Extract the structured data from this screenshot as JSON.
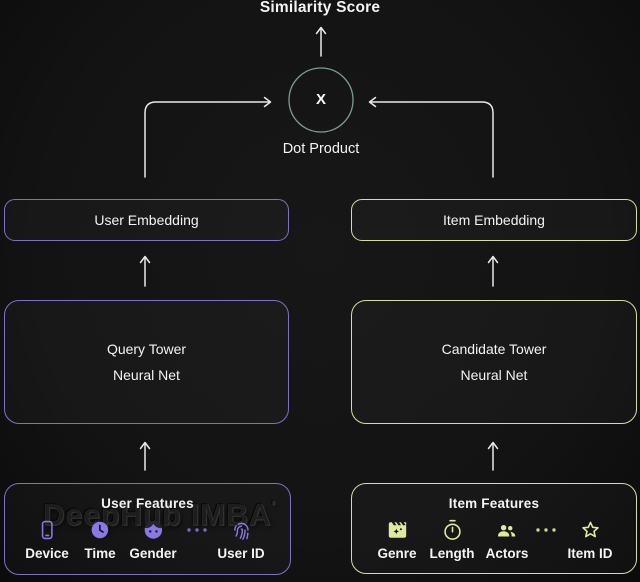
{
  "diagram": {
    "similarity_score_label": "Similarity Score",
    "dot_product_symbol": "X",
    "dot_product_label": "Dot Product"
  },
  "user_branch": {
    "embedding_label": "User Embedding",
    "tower_line1": "Query Tower",
    "tower_line2": "Neural Net",
    "features_title": "User Features",
    "features": [
      {
        "icon": "smartphone-icon",
        "label": "Device"
      },
      {
        "icon": "clock-icon",
        "label": "Time"
      },
      {
        "icon": "face-icon",
        "label": "Gender"
      },
      {
        "icon": "ellipsis-icon",
        "label": ""
      },
      {
        "icon": "fingerprint-icon",
        "label": "User ID"
      }
    ]
  },
  "item_branch": {
    "embedding_label": "Item Embedding",
    "tower_line1": "Candidate Tower",
    "tower_line2": "Neural Net",
    "features_title": "Item Features",
    "features": [
      {
        "icon": "movie-icon",
        "label": "Genre"
      },
      {
        "icon": "stopwatch-icon",
        "label": "Length"
      },
      {
        "icon": "people-icon",
        "label": "Actors"
      },
      {
        "icon": "ellipsis-icon",
        "label": ""
      },
      {
        "icon": "star-icon",
        "label": "Item ID"
      }
    ]
  },
  "watermark": {
    "text": "DeepHub IMBA",
    "tick": "'"
  },
  "colors": {
    "background": "#131313",
    "user_accent": "#7d72c4",
    "user_icon": "#8b78e6",
    "item_accent": "#d7dd9d",
    "item_icon": "#e0e99f",
    "dot_circle_stroke": "#7e9c8d",
    "connector": "#e9e9e9",
    "text": "#f3f3f3"
  }
}
